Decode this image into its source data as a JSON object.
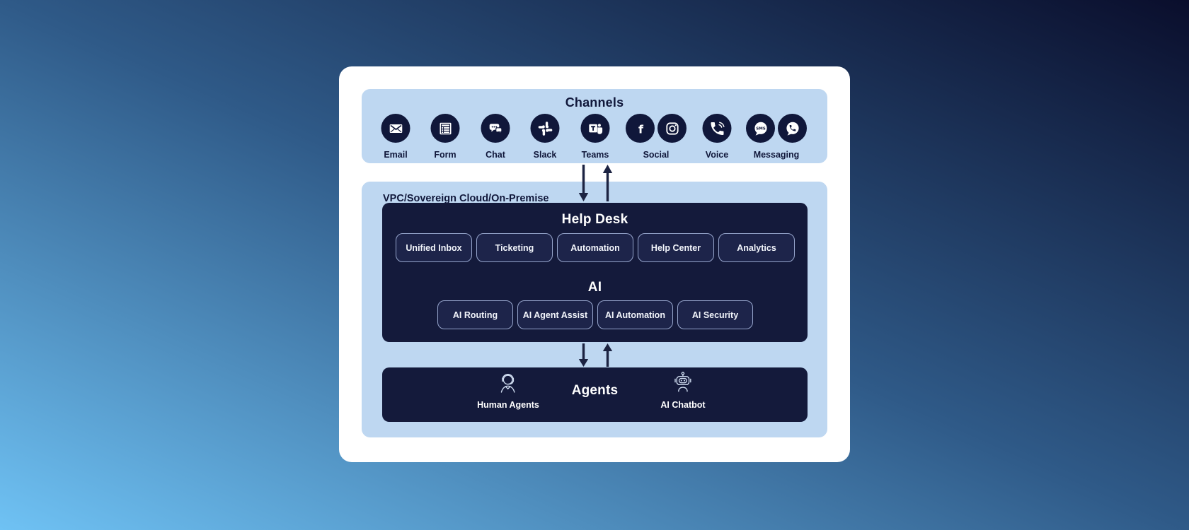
{
  "colors": {
    "background_gradient_light": "#6fc2f4",
    "background_gradient_dark": "#0a0e2c",
    "card": "#ffffff",
    "panel_blue": "#bed7f1",
    "box_navy": "#141a3b",
    "icon_circle_navy": "#10173a",
    "pill_fill": "#1d244a",
    "pill_border": "#96a5cc",
    "dark_text": "#10173a",
    "arrow": "#1c2342",
    "agent_icon_stroke": "#cfdcf0"
  },
  "channels": {
    "title": "Channels",
    "sms_text": "SMS",
    "items": [
      {
        "label": "Email",
        "icons": [
          "email-icon"
        ]
      },
      {
        "label": "Form",
        "icons": [
          "form-icon"
        ]
      },
      {
        "label": "Chat",
        "icons": [
          "chat-icon"
        ]
      },
      {
        "label": "Slack",
        "icons": [
          "slack-icon"
        ]
      },
      {
        "label": "Teams",
        "icons": [
          "teams-icon"
        ]
      },
      {
        "label": "Social",
        "icons": [
          "facebook-icon",
          "instagram-icon"
        ]
      },
      {
        "label": "Voice",
        "icons": [
          "voice-icon"
        ]
      },
      {
        "label": "Messaging",
        "icons": [
          "sms-icon",
          "whatsapp-icon"
        ]
      }
    ]
  },
  "vpc": {
    "label": "VPC/Sovereign Cloud/On-Premise"
  },
  "helpdesk": {
    "title": "Help Desk",
    "pills": [
      "Unified Inbox",
      "Ticketing",
      "Automation",
      "Help Center",
      "Analytics"
    ]
  },
  "ai": {
    "title": "AI",
    "pills": [
      "AI Routing",
      "AI Agent Assist",
      "AI Automation",
      "AI Security"
    ]
  },
  "agents": {
    "title": "Agents",
    "human_label": "Human Agents",
    "chatbot_label": "AI Chatbot"
  }
}
